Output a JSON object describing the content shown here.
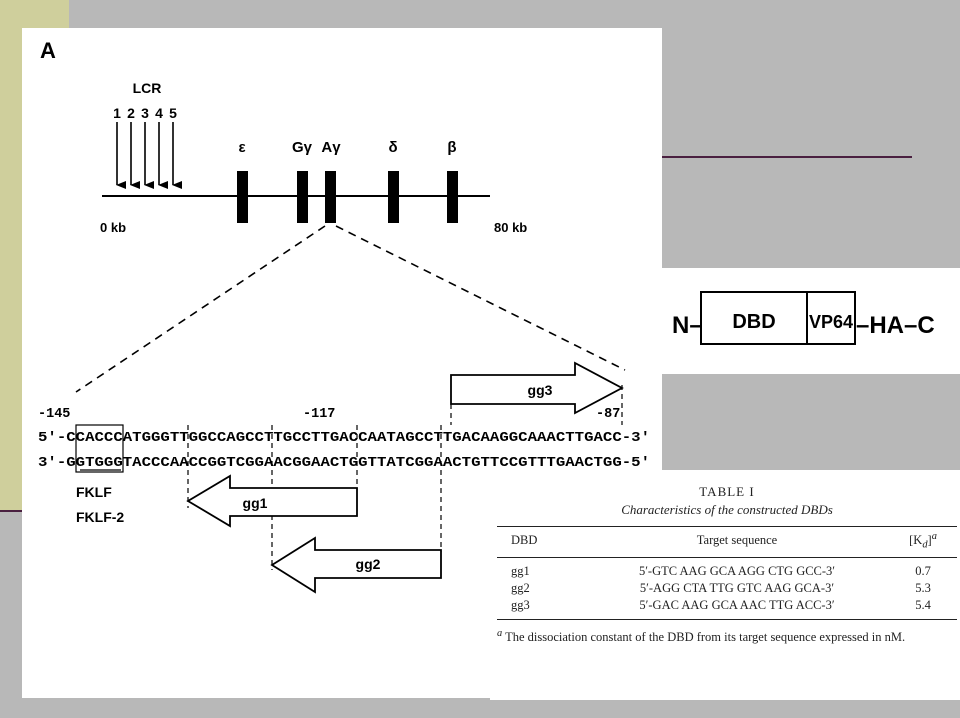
{
  "panel_label": "A",
  "locus": {
    "lcr_label": "LCR",
    "hs_sites": [
      "1",
      "2",
      "3",
      "4",
      "5"
    ],
    "genes": [
      "ε",
      "Gγ",
      "Aγ",
      "δ",
      "β"
    ],
    "scale_start": "0 kb",
    "scale_end": "80 kb"
  },
  "sequence": {
    "pos_left": "-145",
    "pos_mid": "-117",
    "pos_right": "-87",
    "top_strand": "5'-CCACCCATGGGTTGGCCAGCCTTGCCTTGACCAATAGCCTTGACAAGGCAAACTTGACC-3'",
    "bottom_strand": "3'-GGTGGGTACCCAACCGGTCGGAACGGAACTGGTTATCGGAACTGTTCCGTTTGAACTGG-5'",
    "factor_1": "FKLF",
    "factor_2": "FKLF-2",
    "arrows": [
      "gg1",
      "gg2",
      "gg3"
    ]
  },
  "construct": {
    "n_term": "N–",
    "dbd": "DBD",
    "vp64": "VP64",
    "tail": "–HA–C"
  },
  "table": {
    "caption_title": "TABLE I",
    "caption_sub": "Characteristics of the constructed DBDs",
    "headers": [
      "DBD",
      "Target sequence",
      "[K"
    ],
    "header_kd_sub": "d",
    "header_kd_end": "]",
    "header_kd_sup": "a",
    "rows": [
      {
        "dbd": "gg1",
        "target": "5′-GTC AAG GCA AGG CTG GCC-3′",
        "kd": "0.7"
      },
      {
        "dbd": "gg2",
        "target": "5′-AGG CTA TTG GTC AAG GCA-3′",
        "kd": "5.3"
      },
      {
        "dbd": "gg3",
        "target": "5′-GAC AAG GCA AAC TTG ACC-3′",
        "kd": "5.4"
      }
    ],
    "footnote_mark": "a",
    "footnote": " The dissociation constant of the DBD from its target sequence expressed in nM."
  }
}
